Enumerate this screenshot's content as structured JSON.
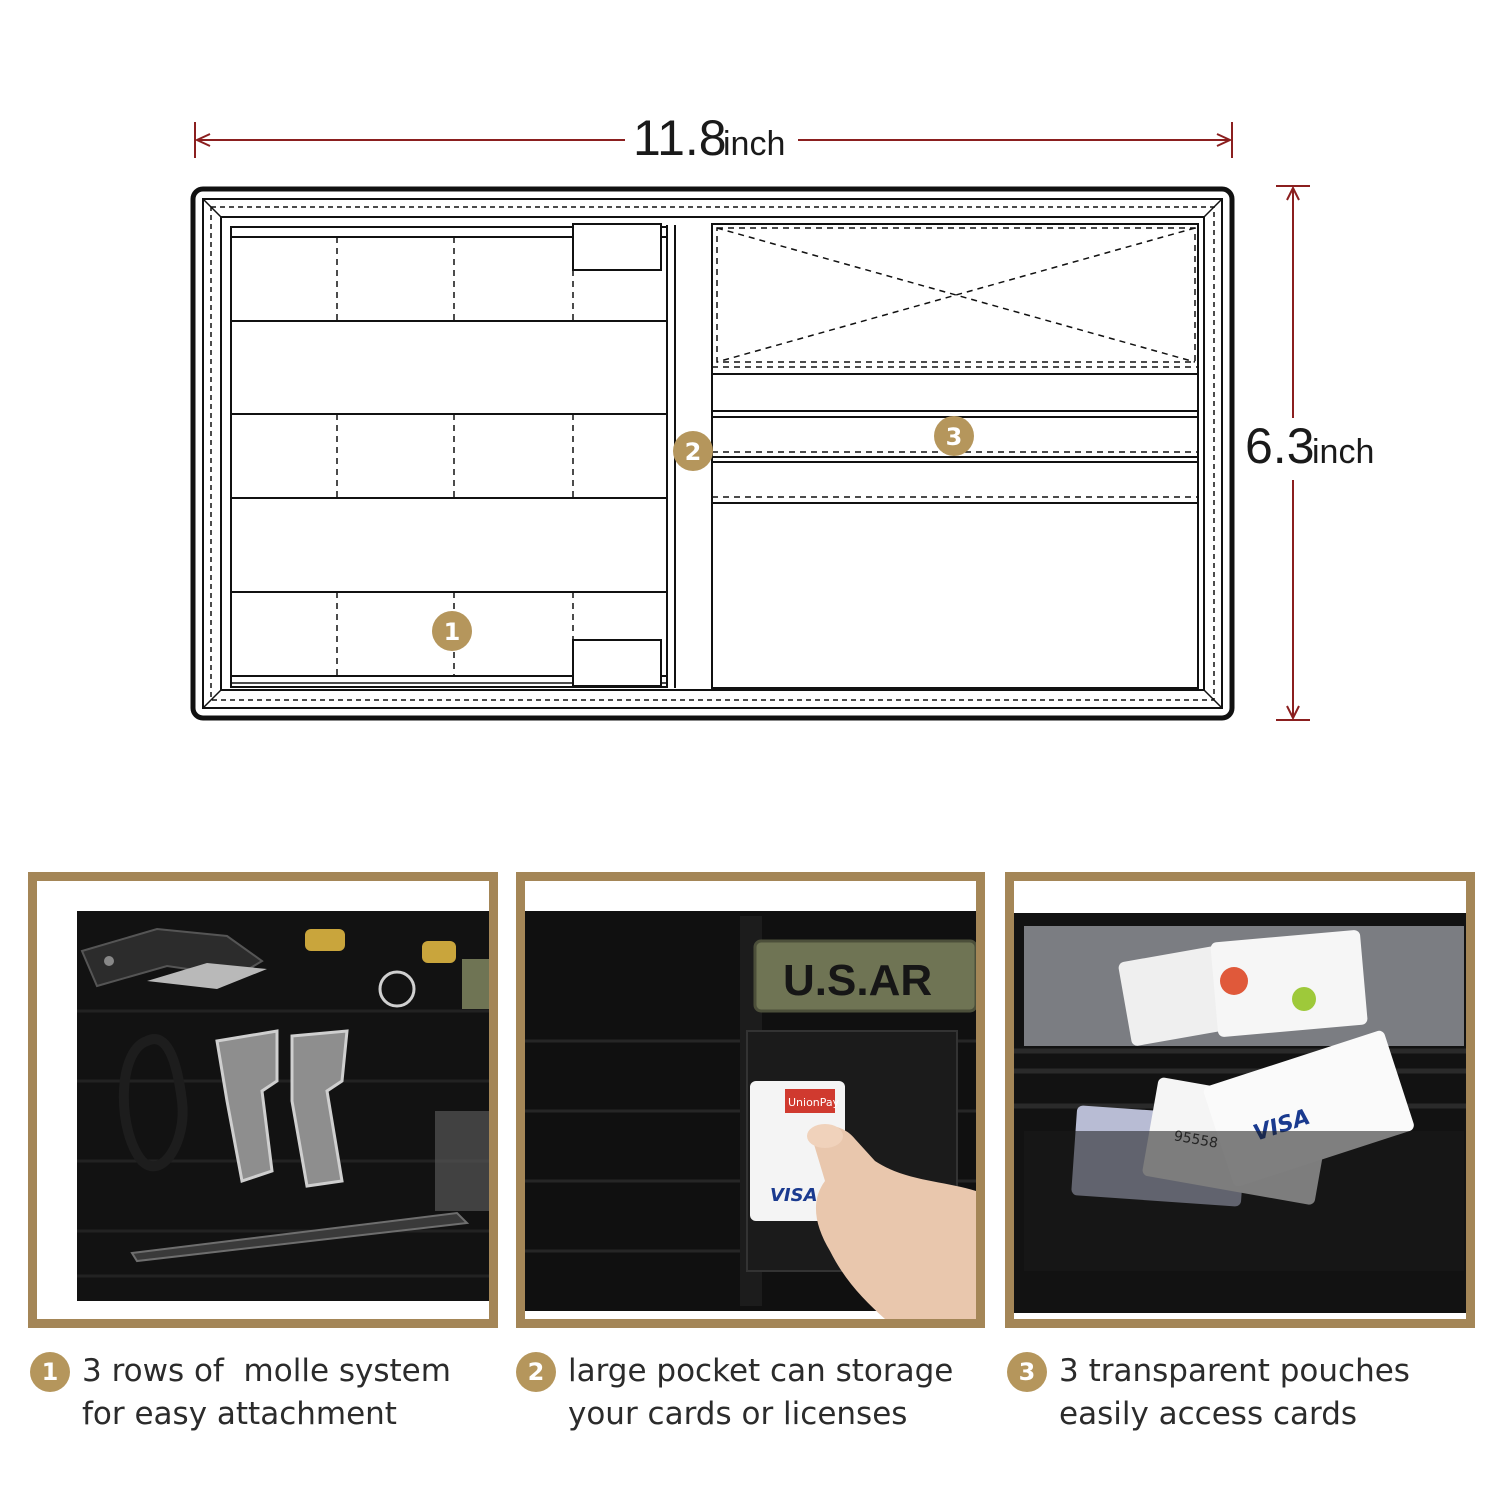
{
  "dimensions": {
    "width": {
      "value": "11.8",
      "unit": "inch"
    },
    "height": {
      "value": "6.3",
      "unit": "inch"
    }
  },
  "callouts": [
    "1",
    "2",
    "3"
  ],
  "photos": {
    "photo1": {
      "items": [
        "knife-icon",
        "carabiner-icon",
        "multitool-icon",
        "tactical-pen-icon"
      ]
    },
    "photo2": {
      "patch_text": "U.S.AR",
      "card_brand_1": "UnionPay",
      "card_brand_2": "VISA"
    },
    "photo3": {
      "card_brand": "VISA",
      "card_number": "95558"
    }
  },
  "captions": [
    {
      "number": "1",
      "line1": "3 rows of  molle system",
      "line2": "for easy attachment"
    },
    {
      "number": "2",
      "line1": "large pocket can storage",
      "line2": "your cards or licenses"
    },
    {
      "number": "3",
      "line1": "3 transparent pouches",
      "line2": "easily access cards"
    }
  ],
  "colors": {
    "dimension_line": "#8b1f1f",
    "accent": "#b5965c",
    "frame": "#a48657"
  }
}
